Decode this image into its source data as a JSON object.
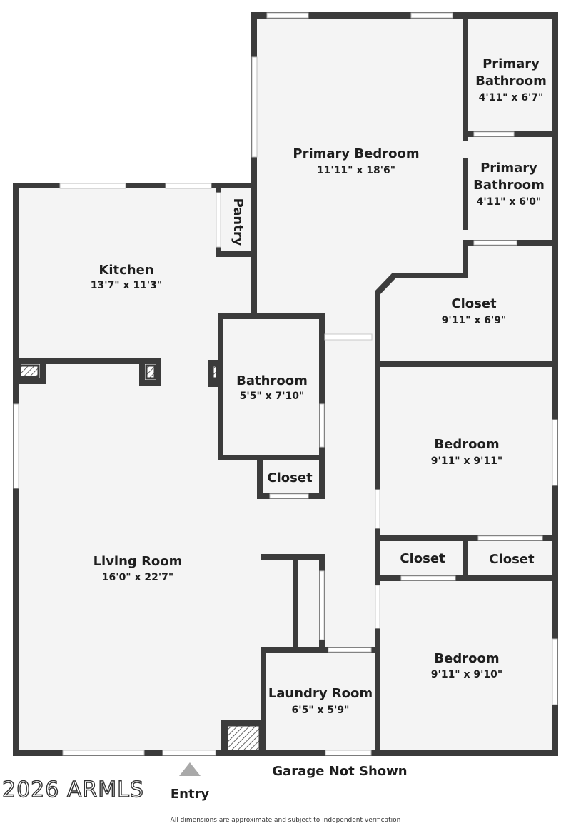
{
  "rooms": [
    {
      "id": "primary-bedroom",
      "name": "Primary Bedroom",
      "dimensions": "11'11\" x 18'6\""
    },
    {
      "id": "primary-bathroom-1",
      "name_line1": "Primary",
      "name_line2": "Bathroom",
      "dimensions": "4'11\" x 6'7\""
    },
    {
      "id": "primary-bathroom-2",
      "name_line1": "Primary",
      "name_line2": "Bathroom",
      "dimensions": "4'11\" x 6'0\""
    },
    {
      "id": "pantry",
      "name": "Pantry"
    },
    {
      "id": "kitchen",
      "name": "Kitchen",
      "dimensions": "13'7\" x 11'3\""
    },
    {
      "id": "closet-primary",
      "name": "Closet",
      "dimensions": "9'11\" x 6'9\""
    },
    {
      "id": "bathroom",
      "name": "Bathroom",
      "dimensions": "5'5\" x 7'10\""
    },
    {
      "id": "closet-bath",
      "name": "Closet"
    },
    {
      "id": "bedroom-1",
      "name": "Bedroom",
      "dimensions": "9'11\" x 9'11\""
    },
    {
      "id": "closet-left",
      "name": "Closet"
    },
    {
      "id": "closet-right",
      "name": "Closet"
    },
    {
      "id": "living-room",
      "name": "Living Room",
      "dimensions": "16'0\" x 22'7\""
    },
    {
      "id": "bedroom-2",
      "name": "Bedroom",
      "dimensions": "9'11\" x 9'10\""
    },
    {
      "id": "laundry-room",
      "name": "Laundry Room",
      "dimensions": "6'5\" x 5'9\""
    }
  ],
  "labels": {
    "garage": "Garage Not Shown",
    "entry": "Entry",
    "watermark": "2026 ARMLS",
    "disclaimer": "All dimensions are approximate and subject to independent verification"
  },
  "colors": {
    "wall": "#3b3b3b",
    "floor": "#f4f4f4",
    "entry_arrow": "#a9a9a9"
  }
}
